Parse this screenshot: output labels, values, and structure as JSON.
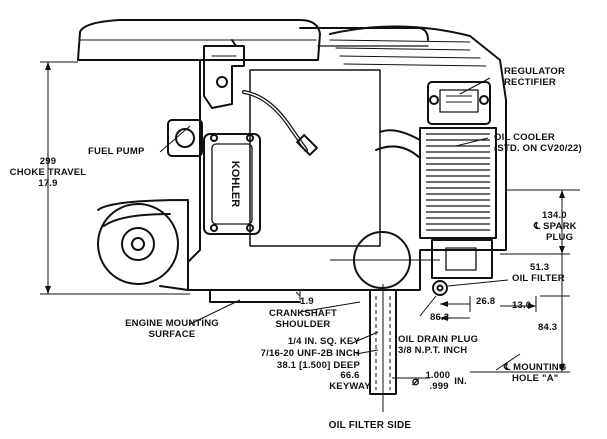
{
  "labels": {
    "regulator_rectifier": [
      "REGULATOR",
      "RECTIFIER"
    ],
    "fuel_pump": "FUEL PUMP",
    "oil_cooler": [
      "OIL COOLER",
      "(STD. ON CV20/22)"
    ],
    "choke_travel": [
      "299",
      "CHOKE TRAVEL",
      "17.9"
    ],
    "spark_plug": [
      "134.0",
      "℄ SPARK",
      "PLUG"
    ],
    "oil_filter_dim": [
      "51.3",
      "OIL FILTER"
    ],
    "dim_26_8": "26.8",
    "dim_13_0": "13.0",
    "dim_1_9": "1.9",
    "crankshaft_shoulder": [
      "CRANKSHAFT",
      "SHOULDER"
    ],
    "engine_mounting_surface": [
      "ENGINE MOUNTING",
      "SURFACE"
    ],
    "dim_86_3": "86.3",
    "dim_84_3": "84.3",
    "key": "1/4 IN. SQ. KEY",
    "thread": "7/16-20 UNF-2B INCH",
    "thread_depth": "38.1 [1.500] DEEP",
    "oil_drain_plug": [
      "OIL DRAIN PLUG",
      "3/8 N.P.T. INCH"
    ],
    "keyway": [
      "66.6",
      "KEYWAY"
    ],
    "shaft_diameter": [
      "⌀",
      "1.000",
      ".999",
      "IN."
    ],
    "mounting_hole": [
      "℄ MOUNTING",
      "HOLE \"A\""
    ],
    "oil_filter_side": "OIL FILTER SIDE",
    "valve_cover_text": "KOHLER"
  }
}
